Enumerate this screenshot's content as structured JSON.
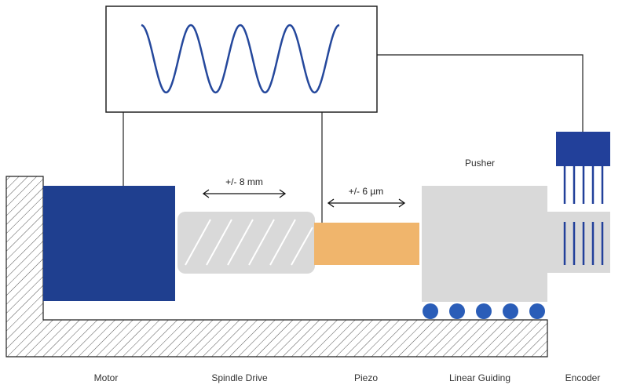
{
  "labels": {
    "motor": "Motor",
    "spindle_drive": "Spindle Drive",
    "piezo": "Piezo",
    "linear_guiding": "Linear Guiding",
    "encoder": "Encoder",
    "pusher": "Pusher"
  },
  "dimensions": {
    "spindle_travel": "+/- 8 mm",
    "piezo_travel": "+/- 6 µm"
  },
  "colors": {
    "motor_blue": "#1f3f8f",
    "encoder_blue": "#22409a",
    "ball_blue": "#2a5db8",
    "piezo_orange": "#f0b56c",
    "grey_part": "#d9d9d9",
    "wave_blue": "#25489c",
    "line": "#222222"
  }
}
